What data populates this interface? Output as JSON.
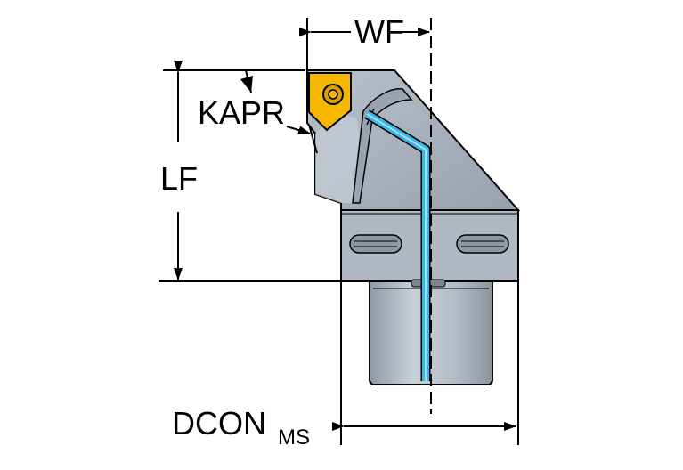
{
  "labels": {
    "wf": "WF",
    "kapr": "KAPR",
    "lf": "LF",
    "dcon_main": "DCON",
    "dcon_sub": "MS"
  },
  "colors": {
    "body_gray": "#a9b2bd",
    "shank_gray": "#b9c1ca",
    "outline": "#000000",
    "insert_yellow": "#f5b700",
    "coolant_blue": "#3cb4e6",
    "background": "#ffffff"
  },
  "icons": {
    "insert": "cutting-insert-icon",
    "slot_left": "locking-slot-icon",
    "slot_right": "locking-slot-icon"
  }
}
